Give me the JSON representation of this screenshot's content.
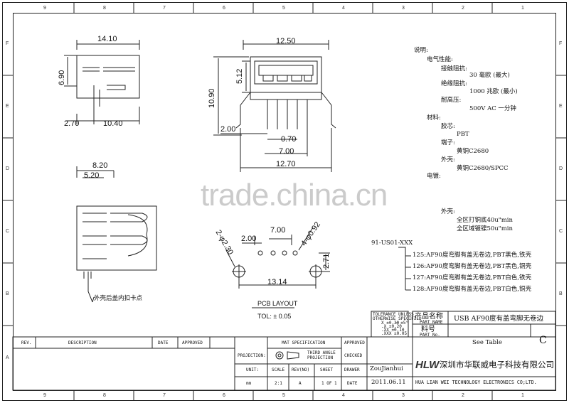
{
  "grid": {
    "columns": [
      "9",
      "8",
      "7",
      "6",
      "5",
      "4",
      "3",
      "2",
      "1"
    ],
    "rows": [
      "F",
      "E",
      "D",
      "C",
      "B",
      "A"
    ]
  },
  "dims": {
    "side_width": "14.10",
    "side_height": "6.90",
    "side_lead": "2.70",
    "side_body": "10.40",
    "front_width": "12.50",
    "front_upper": "5.12",
    "front_height": "10.90",
    "front_offset": "2.00",
    "front_pitch_small": "0.70",
    "front_pitch": "7.00",
    "front_total": "12.70",
    "top_width_a": "8.20",
    "top_width_b": "5.20",
    "pcb_pitch": "7.00",
    "pcb_offset": "2.00",
    "pcb_hole_big": "2-φ2.30",
    "pcb_hole_small": "4-φ0.92",
    "pcb_span": "13.14",
    "pcb_height": "2.71",
    "pcb_title": "PCB LAYOUT",
    "pcb_tol": "TOL: ± 0.05"
  },
  "notes": {
    "heading": "说明:",
    "electrical": "电气性能:",
    "contact_resistance": "接触阻抗:",
    "contact_value": "30 毫欧 (最大)",
    "insulation": "绝缘阻抗:",
    "insulation_value": "1000 兆欧 (最小)",
    "voltage": "耐高压:",
    "voltage_value": "500V AC 一分钟",
    "material": "材料:",
    "plastic": "胶芯:",
    "plastic_value": "PBT",
    "terminal": "端子:",
    "terminal_value": "黄铜C2680",
    "shell": "外壳:",
    "shell_value": "黄铜C2680/SPCC",
    "plating_cut": "电镀:",
    "shell_plating": "外壳:",
    "plating_1": "全区打铜底40u\"min",
    "plating_2": "全区域镀镍50u\"min"
  },
  "part_list": {
    "base": "91-US01-XXX",
    "items": [
      "125:AF90度弯脚有盖无卷边,PBT黑色,铁壳",
      "126:AF90度弯脚有盖无卷边,PBT黑色,铜壳",
      "127:AF90度弯脚有盖无卷边,PBT白色,铁壳",
      "128:AF90度弯脚有盖无卷边,PBT白色,铜壳"
    ]
  },
  "callout": "外壳后盖内扣卡点",
  "watermark": "trade.china.cn",
  "title_block": {
    "tolerance_title": "TOLERANCE UNLESS",
    "tolerance_sub": "OTHERWISE SPECIFIED",
    "tolerance_rows": [
      "X ±0.30",
      ".X ±0.20",
      ".XX ±0.10",
      ".XXX ±0.05",
      "∠ ±5°"
    ],
    "product_name_label": "产品名称",
    "product_name_sub": "PART NAME",
    "product_name": "USB AF90度有盖弯脚无卷边",
    "part_no_label": "料号",
    "part_no_sub": "PART No.",
    "part_no": "See Table",
    "rev_letter": "C",
    "rev_header": "REV.",
    "description_header": "DESCRIPTION",
    "date_header": "DATE",
    "approved_header": "APPROVED",
    "mat_spec": "MAT SPECIFICATION",
    "approved": "APPROVED",
    "projection": "PROJECTION:",
    "third_angle": "THIRD ANGLE",
    "projection2": "PROJECTION",
    "checked": "CHECKED",
    "unit": "UNIT:",
    "scale": "SCALE",
    "rev": "REV(NO)",
    "sheet": "SHEET",
    "drawer": "DRAWER",
    "drawer_name": "ZouJianhui",
    "unit_value": "mm",
    "scale_value": "2:1",
    "rev_value": "A",
    "sheet_value": "1 OF 1",
    "date_label": "DATE",
    "date_value": "2011.06.11",
    "company_logo": "HLW",
    "company_cn": "深圳市华联威电子科技有限公司",
    "company_en": "HUA LIAN WEI TECHNOLOGY ELECTRONICS CO;LTD."
  }
}
